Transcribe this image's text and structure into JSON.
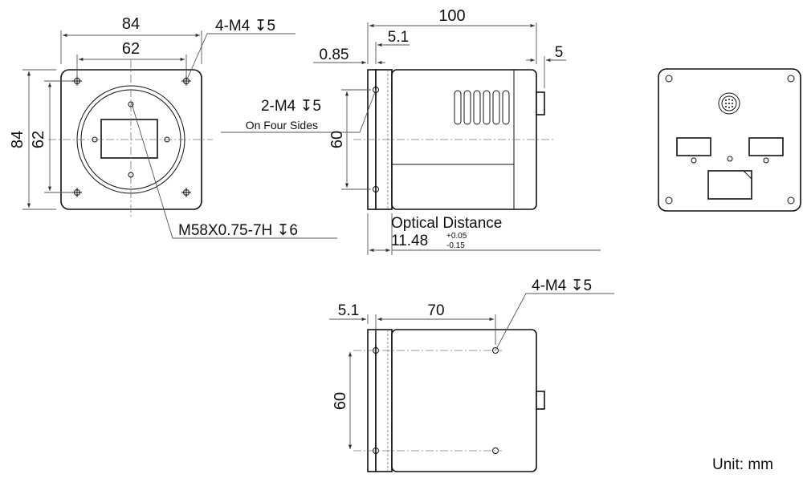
{
  "front_view": {
    "width_outer": "84",
    "width_holes": "62",
    "height_outer": "84",
    "height_holes": "62",
    "hole_callout": "4-M4 ↧5",
    "mount_callout": "M58X0.75-7H  ↧6"
  },
  "side_view": {
    "length": "100",
    "flange_offset": "5.1",
    "flange_thickness": "0.85",
    "rear_protrusion": "5",
    "hole_spacing": "60",
    "hole_callout": "2-M4 ↧5",
    "hole_callout_note": "On Four Sides",
    "optical_distance_label": "Optical Distance",
    "optical_distance_value": "11.48",
    "tol_plus": "+0.05",
    "tol_minus": "-0.15"
  },
  "bottom_view": {
    "flange_offset": "5.1",
    "hole_distance": "70",
    "hole_spacing": "60",
    "hole_callout": "4-M4 ↧5"
  },
  "unit_label": "Unit: mm"
}
